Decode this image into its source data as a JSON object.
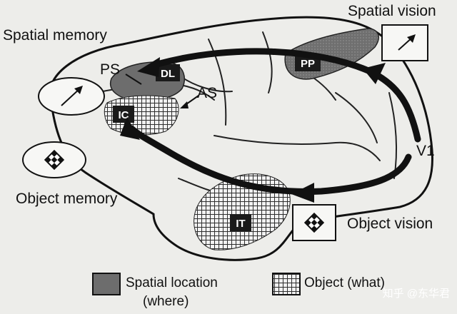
{
  "labels": {
    "spatial_memory": "Spatial memory",
    "object_memory": "Object memory",
    "spatial_vision": "Spatial vision",
    "object_vision": "Object vision",
    "ps": "PS",
    "as": "AS",
    "v1": "V1"
  },
  "regions": {
    "dl": "DL",
    "ic": "IC",
    "pp": "PP",
    "it": "IT"
  },
  "legend": {
    "spatial_line1": "Spatial location",
    "spatial_line2": "(where)",
    "object": "Object (what)"
  },
  "watermark": "知乎 @东华君",
  "colors": {
    "background": "#ededea",
    "spatial_fill": "#6d6d6d",
    "object_pattern": "#333333",
    "outline": "#111111"
  }
}
